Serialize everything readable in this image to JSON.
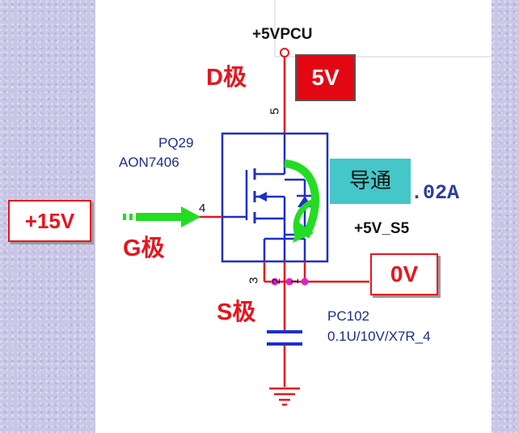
{
  "nets": {
    "top": "+5VPCU",
    "right": "+5V_S5"
  },
  "terminals": {
    "drain": "D极",
    "gate": "G极",
    "source": "S极"
  },
  "parts": {
    "mosfet_ref": "PQ29",
    "mosfet_value": "AON7406",
    "cap_ref": "PC102",
    "cap_value": "0.1U/10V/X7R_4"
  },
  "pins": {
    "drain": "5",
    "gate": "4",
    "source": "3",
    "source2": "2",
    "source3": "1"
  },
  "voltages": {
    "drain": "5V",
    "gate": "+15V",
    "source": "0V"
  },
  "state_label": "导通",
  "current_fragment": ".02A",
  "colors": {
    "wire": "#e8141e",
    "component": "#1f2fc8",
    "arrow": "#22dd22",
    "node": "#e020c8"
  }
}
